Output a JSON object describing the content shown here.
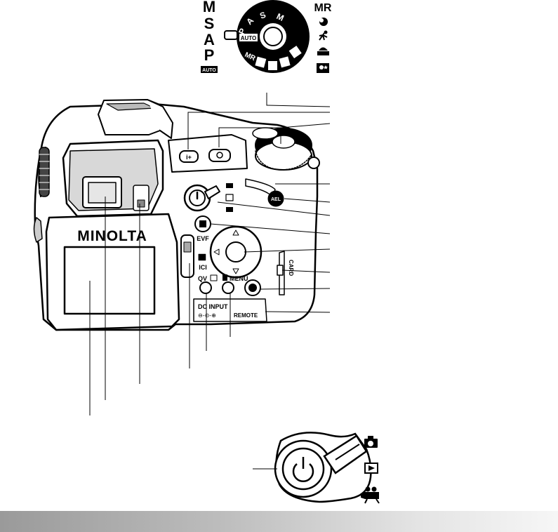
{
  "mode_column": {
    "m": "M",
    "s": "S",
    "a": "A",
    "p": "P",
    "auto": "AUTO"
  },
  "mode_dial": {
    "labels": [
      "S",
      "M",
      "A",
      "P",
      "AUTO",
      "MR"
    ]
  },
  "scene_column": {
    "mr": "MR",
    "icons": [
      "portrait-icon",
      "sports-icon",
      "sunset-icon",
      "night-portrait-icon"
    ]
  },
  "camera": {
    "brand": "MINOLTA",
    "evf_switch": {
      "top": "EVF",
      "bottom": "ICI"
    },
    "buttons": {
      "ael": "AEL",
      "qv": "QV",
      "menu": "MENU",
      "remote": "REMOTE",
      "dc_input": "DC INPUT",
      "card": "CARD"
    },
    "mode_icons": [
      "camera-icon",
      "playback-icon",
      "movie-icon"
    ]
  },
  "switch_detail": {
    "icons": [
      "camera-icon",
      "playback-icon",
      "movie-icon"
    ]
  },
  "colors": {
    "ink": "#000000",
    "footer_dark": "#9a9a9a",
    "footer_light": "#f6f6f6"
  }
}
